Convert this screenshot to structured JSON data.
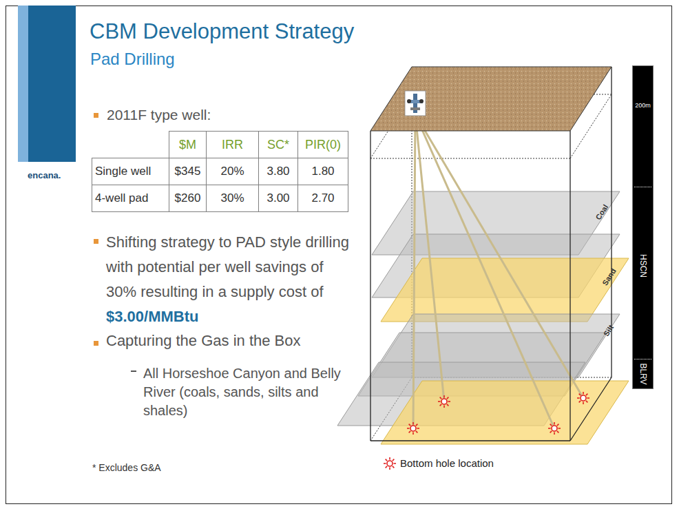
{
  "diagram": {
    "title": "CBM Development Strategy",
    "nodes": [
      {
        "text": [
          "200m",
          "HSCN",
          "BLRV"
        ]
      },
      {
        "text": [
          "Coal"
        ]
      },
      {
        "text": [
          "Sand"
        ]
      },
      {
        "text": [
          "Silt"
        ]
      }
    ],
    "labels": [
      "Pad Drilling",
      "encana.",
      "2011F type well:",
      "$M",
      "IRR",
      "SC*",
      "PIR(0)",
      "Single well",
      "$345",
      "20%",
      "3.80",
      "1.80",
      "4-well pad",
      "$260",
      "30%",
      "3.00",
      "2.70",
      "Shifting strategy to PAD style drilling with potential per well savings of 30% resulting in a supply cost of",
      "$3.00/MMBtu",
      "Capturing the Gas in the Box",
      "All Horseshoe Canyon and Belly River (coals, sands, silts and shales)",
      "* Excludes G&A"
    ],
    "legend": [
      {
        "text": "Bottom hole location"
      }
    ]
  }
}
